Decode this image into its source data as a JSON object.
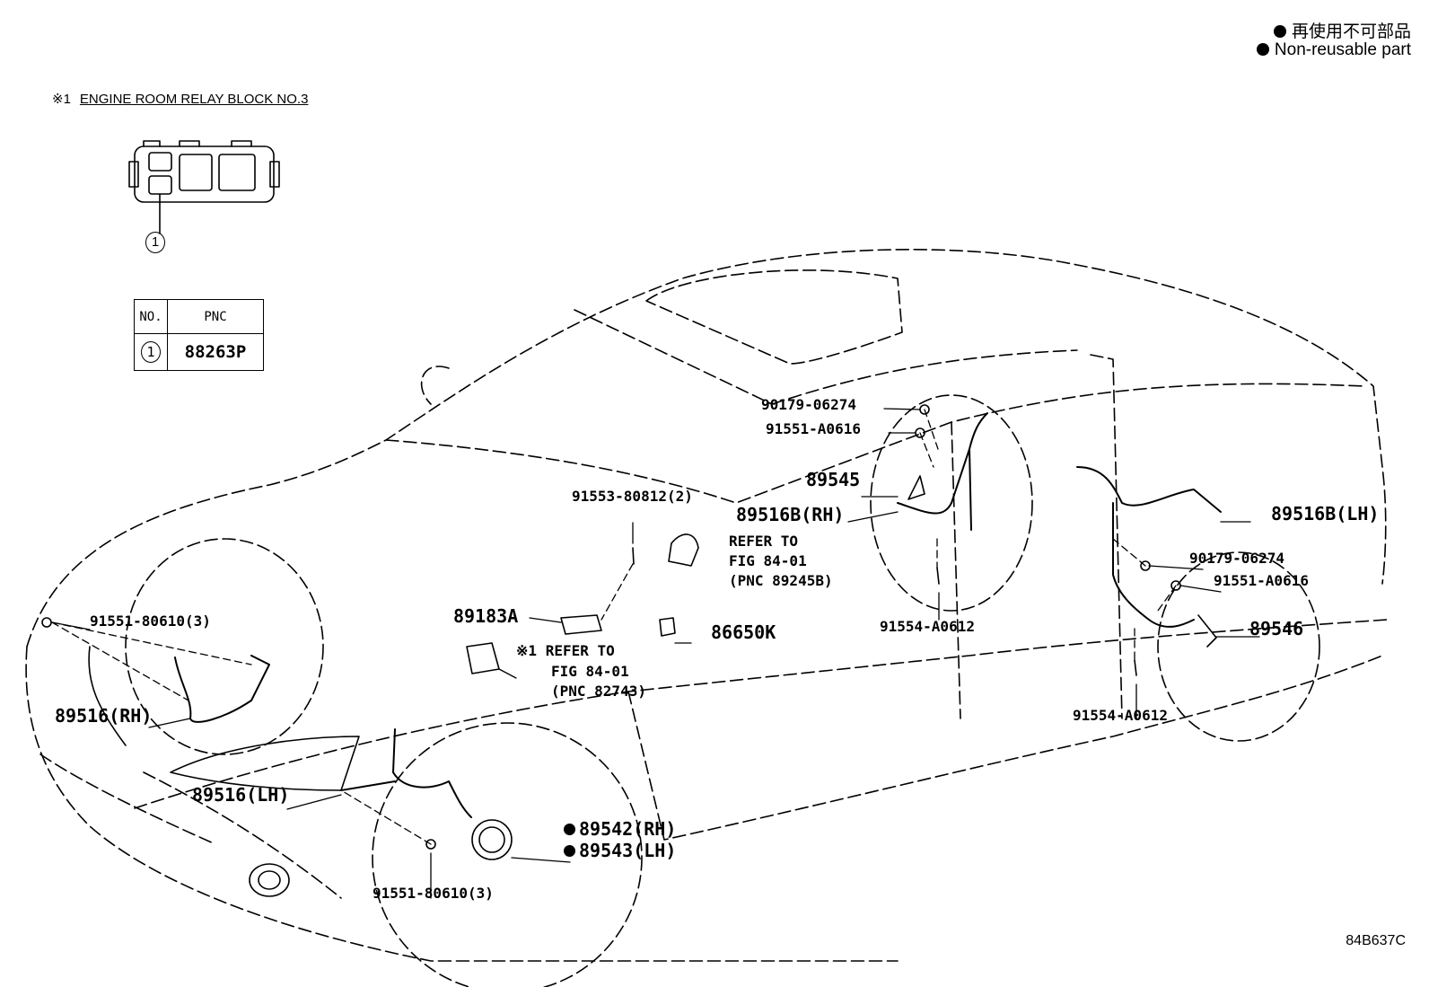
{
  "legend": {
    "line_ja": "再使用不可部品",
    "line_en": "Non-reusable part"
  },
  "relay_block": {
    "mark": "※1",
    "title": "ENGINE ROOM RELAY BLOCK NO.3",
    "callout": "1"
  },
  "pnc_table": {
    "header_no": "NO.",
    "header_pnc": "PNC",
    "row_no": "1",
    "row_pnc": "88263P"
  },
  "parts": {
    "p90179_06274_a": "90179-06274",
    "p91551_A0616_a": "91551-A0616",
    "p89545": "89545",
    "p89516B_RH": "89516B(RH)",
    "p91553_80812": "91553-80812(2)",
    "refer1_a": "REFER TO",
    "refer1_b": "FIG 84-01",
    "refer1_c": "(PNC 89245B)",
    "p91554_A0612_a": "91554-A0612",
    "p89516B_LH": "89516B(LH)",
    "p90179_06274_b": "90179-06274",
    "p91551_A0616_b": "91551-A0616",
    "p89546": "89546",
    "p91554_A0612_b": "91554-A0612",
    "p89183A": "89183A",
    "p86650K": "86650K",
    "refer2_mark": "※1",
    "refer2_a": "REFER TO",
    "refer2_b": "FIG 84-01",
    "refer2_c": "(PNC 82743)",
    "p91551_80610_a": "91551-80610(3)",
    "p89516_RH": "89516(RH)",
    "p89516_LH": "89516(LH)",
    "p89542_RH": "89542(RH)",
    "p89543_LH": "89543(LH)",
    "p91551_80610_b": "91551-80610(3)"
  },
  "diagram_id": "84B637C"
}
